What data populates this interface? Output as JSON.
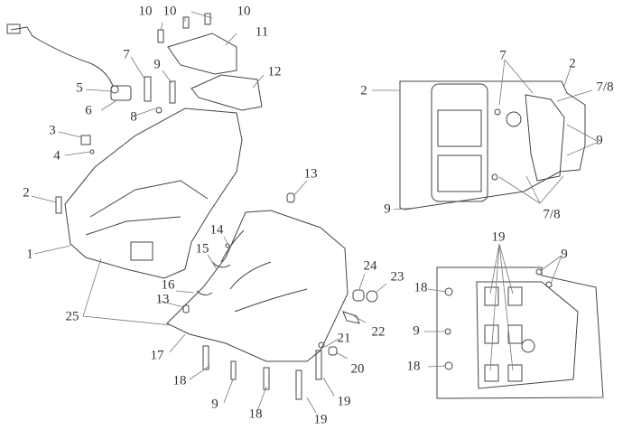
{
  "diagram": {
    "title": "Engine crankcase exploded view",
    "callouts_main": [
      {
        "id": "c1",
        "text": "1"
      },
      {
        "id": "c2",
        "text": "2"
      },
      {
        "id": "c3",
        "text": "3"
      },
      {
        "id": "c4",
        "text": "4"
      },
      {
        "id": "c5",
        "text": "5"
      },
      {
        "id": "c6",
        "text": "6"
      },
      {
        "id": "c7",
        "text": "7"
      },
      {
        "id": "c8",
        "text": "8"
      },
      {
        "id": "c9",
        "text": "9"
      },
      {
        "id": "c10a",
        "text": "10"
      },
      {
        "id": "c10b",
        "text": "10"
      },
      {
        "id": "c10c",
        "text": "10"
      },
      {
        "id": "c11",
        "text": "11"
      },
      {
        "id": "c12",
        "text": "12"
      },
      {
        "id": "c13a",
        "text": "13"
      },
      {
        "id": "c13b",
        "text": "13"
      },
      {
        "id": "c14",
        "text": "14"
      },
      {
        "id": "c15",
        "text": "15"
      },
      {
        "id": "c16",
        "text": "16"
      },
      {
        "id": "c17",
        "text": "17"
      },
      {
        "id": "c18a",
        "text": "18"
      },
      {
        "id": "c9b",
        "text": "9"
      },
      {
        "id": "c18b",
        "text": "18"
      },
      {
        "id": "c19a",
        "text": "19"
      },
      {
        "id": "c19b",
        "text": "19"
      },
      {
        "id": "c20",
        "text": "20"
      },
      {
        "id": "c21",
        "text": "21"
      },
      {
        "id": "c22",
        "text": "22"
      },
      {
        "id": "c23",
        "text": "23"
      },
      {
        "id": "c24",
        "text": "24"
      },
      {
        "id": "c25",
        "text": "25"
      }
    ],
    "callouts_upper_view": [
      {
        "id": "u2a",
        "text": "2"
      },
      {
        "id": "u7",
        "text": "7"
      },
      {
        "id": "u2b",
        "text": "2"
      },
      {
        "id": "u78a",
        "text": "7/8"
      },
      {
        "id": "u9a",
        "text": "9"
      },
      {
        "id": "u9b",
        "text": "9"
      },
      {
        "id": "u78b",
        "text": "7/8"
      }
    ],
    "callouts_lower_view": [
      {
        "id": "l19",
        "text": "19"
      },
      {
        "id": "l9a",
        "text": "9"
      },
      {
        "id": "l18a",
        "text": "18"
      },
      {
        "id": "l9b",
        "text": "9"
      },
      {
        "id": "l18b",
        "text": "18"
      }
    ]
  }
}
